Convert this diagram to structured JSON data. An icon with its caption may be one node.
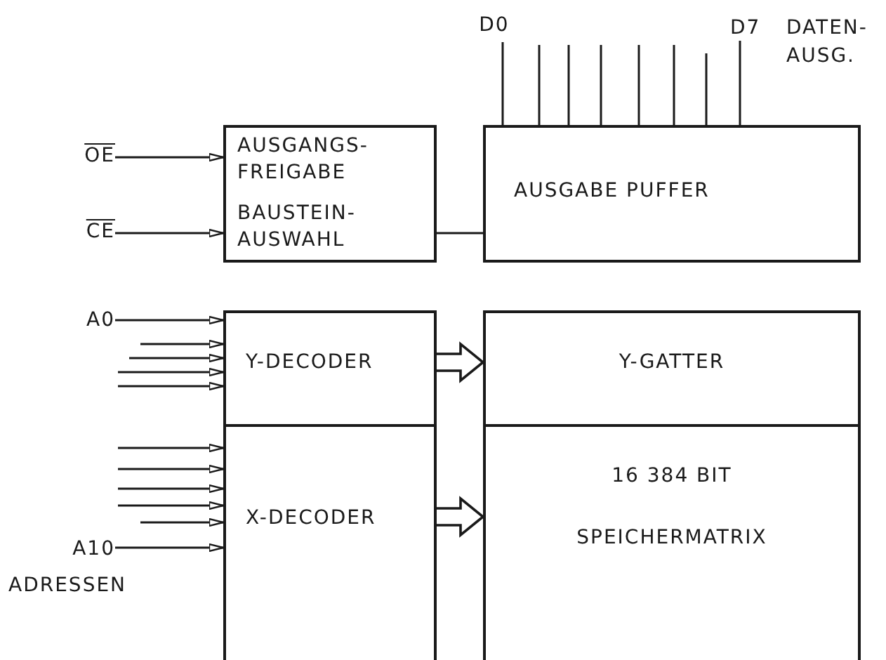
{
  "diagram": {
    "nodes": [
      {
        "text": [
          "OE"
        ]
      },
      {
        "text": [
          "CE"
        ]
      },
      {
        "text": [
          "AUSGANGS- FREIGABE",
          "BAUSTEIN- AUSWAHL"
        ]
      },
      {
        "text": [
          "AUSGABE PUFFER"
        ]
      },
      {
        "text": [
          "A0"
        ]
      },
      {
        "text": [
          "A10"
        ]
      },
      {
        "text": [
          "Y-DECODER"
        ]
      },
      {
        "text": [
          "X-DECODER"
        ]
      },
      {
        "text": [
          "Y-GATTER"
        ]
      },
      {
        "text": [
          "16 384 BIT",
          "SPEICHERMATRIX"
        ]
      },
      {
        "text": [
          "D0"
        ]
      },
      {
        "text": [
          "D7"
        ]
      }
    ],
    "edges": [
      {
        "from": 0,
        "to": 2,
        "arrow": "to"
      },
      {
        "from": 1,
        "to": 2,
        "arrow": "to"
      },
      {
        "from": 2,
        "to": 3,
        "arrow": "none"
      },
      {
        "from": 4,
        "to": 6,
        "arrow": "to"
      },
      {
        "from": null,
        "to": 6,
        "arrow": "to"
      },
      {
        "from": null,
        "to": 6,
        "arrow": "to"
      },
      {
        "from": null,
        "to": 6,
        "arrow": "to"
      },
      {
        "from": null,
        "to": 6,
        "arrow": "to"
      },
      {
        "from": null,
        "to": 7,
        "arrow": "to"
      },
      {
        "from": null,
        "to": 7,
        "arrow": "to"
      },
      {
        "from": null,
        "to": 7,
        "arrow": "to"
      },
      {
        "from": null,
        "to": 7,
        "arrow": "to"
      },
      {
        "from": null,
        "to": 7,
        "arrow": "to"
      },
      {
        "from": 5,
        "to": 7,
        "arrow": "to"
      },
      {
        "from": 6,
        "to": 8,
        "arrow": "to",
        "style": "thick"
      },
      {
        "from": 7,
        "to": 9,
        "arrow": "to",
        "style": "thick"
      },
      {
        "from": 3,
        "to": 10,
        "arrow": "none"
      },
      {
        "from": 3,
        "to": null,
        "arrow": "none"
      },
      {
        "from": 3,
        "to": null,
        "arrow": "none"
      },
      {
        "from": 3,
        "to": null,
        "arrow": "none"
      },
      {
        "from": 3,
        "to": null,
        "arrow": "none"
      },
      {
        "from": 3,
        "to": null,
        "arrow": "none"
      },
      {
        "from": 3,
        "to": null,
        "arrow": "none"
      },
      {
        "from": 3,
        "to": 11,
        "arrow": "none"
      }
    ],
    "labels": [
      "DATEN- AUSG.",
      "ADRESSEN"
    ]
  }
}
